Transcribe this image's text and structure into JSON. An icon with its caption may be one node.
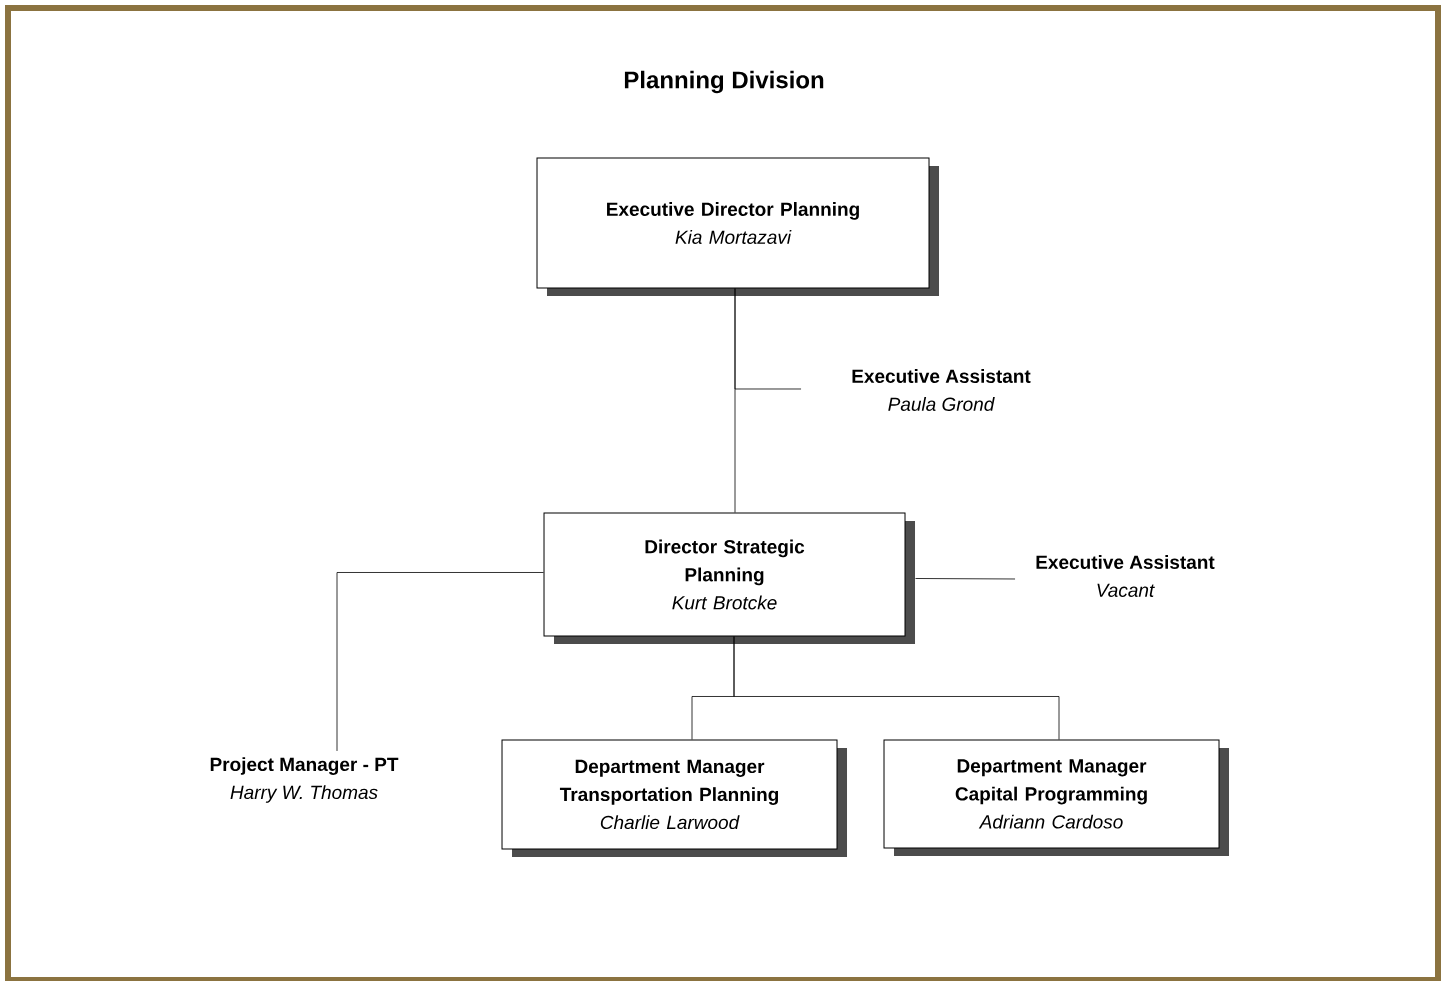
{
  "diagram": {
    "title": "Planning Division",
    "nodes": [
      {
        "text": [
          "Executive Director Planning",
          "Kia Mortazavi"
        ]
      },
      {
        "text": [
          "Executive Assistant",
          "Paula Grond"
        ]
      },
      {
        "text": [
          "Director Strategic Planning",
          "Kurt Brotcke"
        ]
      },
      {
        "text": [
          "Executive Assistant",
          "Vacant"
        ]
      },
      {
        "text": [
          "Project Manager - PT",
          "Harry W. Thomas"
        ]
      },
      {
        "text": [
          "Department Manager Transportation Planning",
          "Charlie Larwood"
        ]
      },
      {
        "text": [
          "Department Manager Capital Programming",
          "Adriann Cardoso"
        ]
      }
    ],
    "edges": [
      {
        "from": 0,
        "to": 2,
        "arrow": "none"
      },
      {
        "from": 0,
        "to": 1,
        "arrow": "none"
      },
      {
        "from": 2,
        "to": 3,
        "arrow": "none"
      },
      {
        "from": 2,
        "to": 4,
        "arrow": "none"
      },
      {
        "from": 2,
        "to": 5,
        "arrow": "none"
      },
      {
        "from": 2,
        "to": 6,
        "arrow": "none"
      }
    ]
  }
}
